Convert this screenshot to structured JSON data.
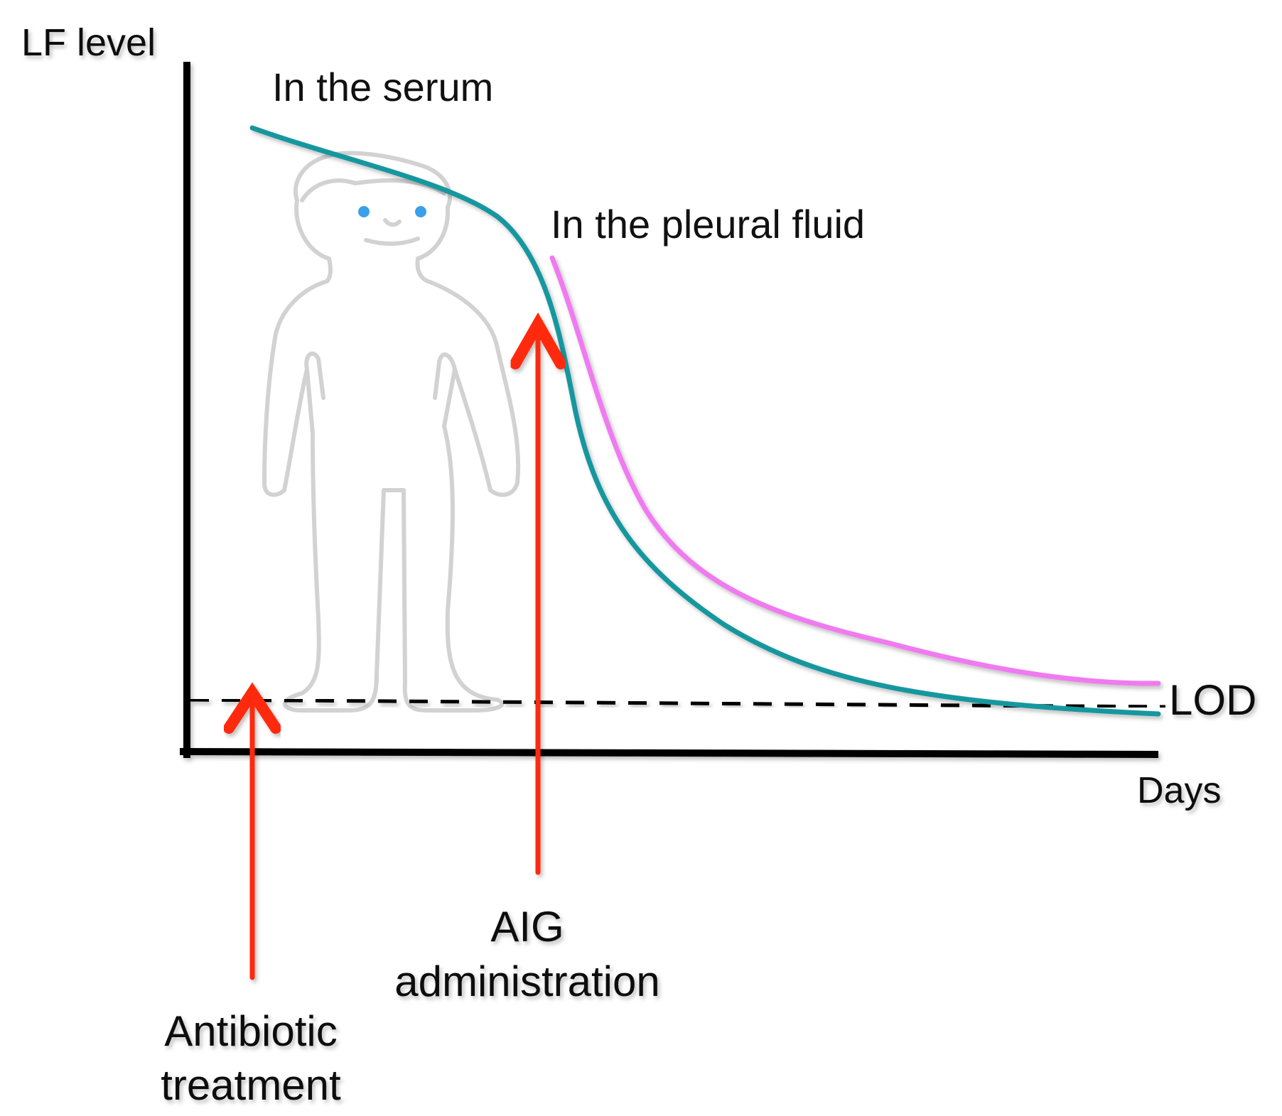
{
  "y_axis_label": "LF level",
  "x_axis_label": "Days",
  "lod_label": "LOD",
  "series": {
    "serum": {
      "label": "In the serum",
      "color": "#14979f"
    },
    "pleural": {
      "label": "In the pleural fluid",
      "color": "#f07af0"
    }
  },
  "events": {
    "antibiotic": {
      "line1": "Antibiotic",
      "line2": "treatment",
      "color": "#ff2a10"
    },
    "aig": {
      "line1": "AIG",
      "line2": "administration",
      "color": "#ff2a10"
    }
  },
  "colors": {
    "axis": "#000000",
    "figure_outline": "#d2d2d2",
    "eyes": "#3aa0ea"
  }
}
